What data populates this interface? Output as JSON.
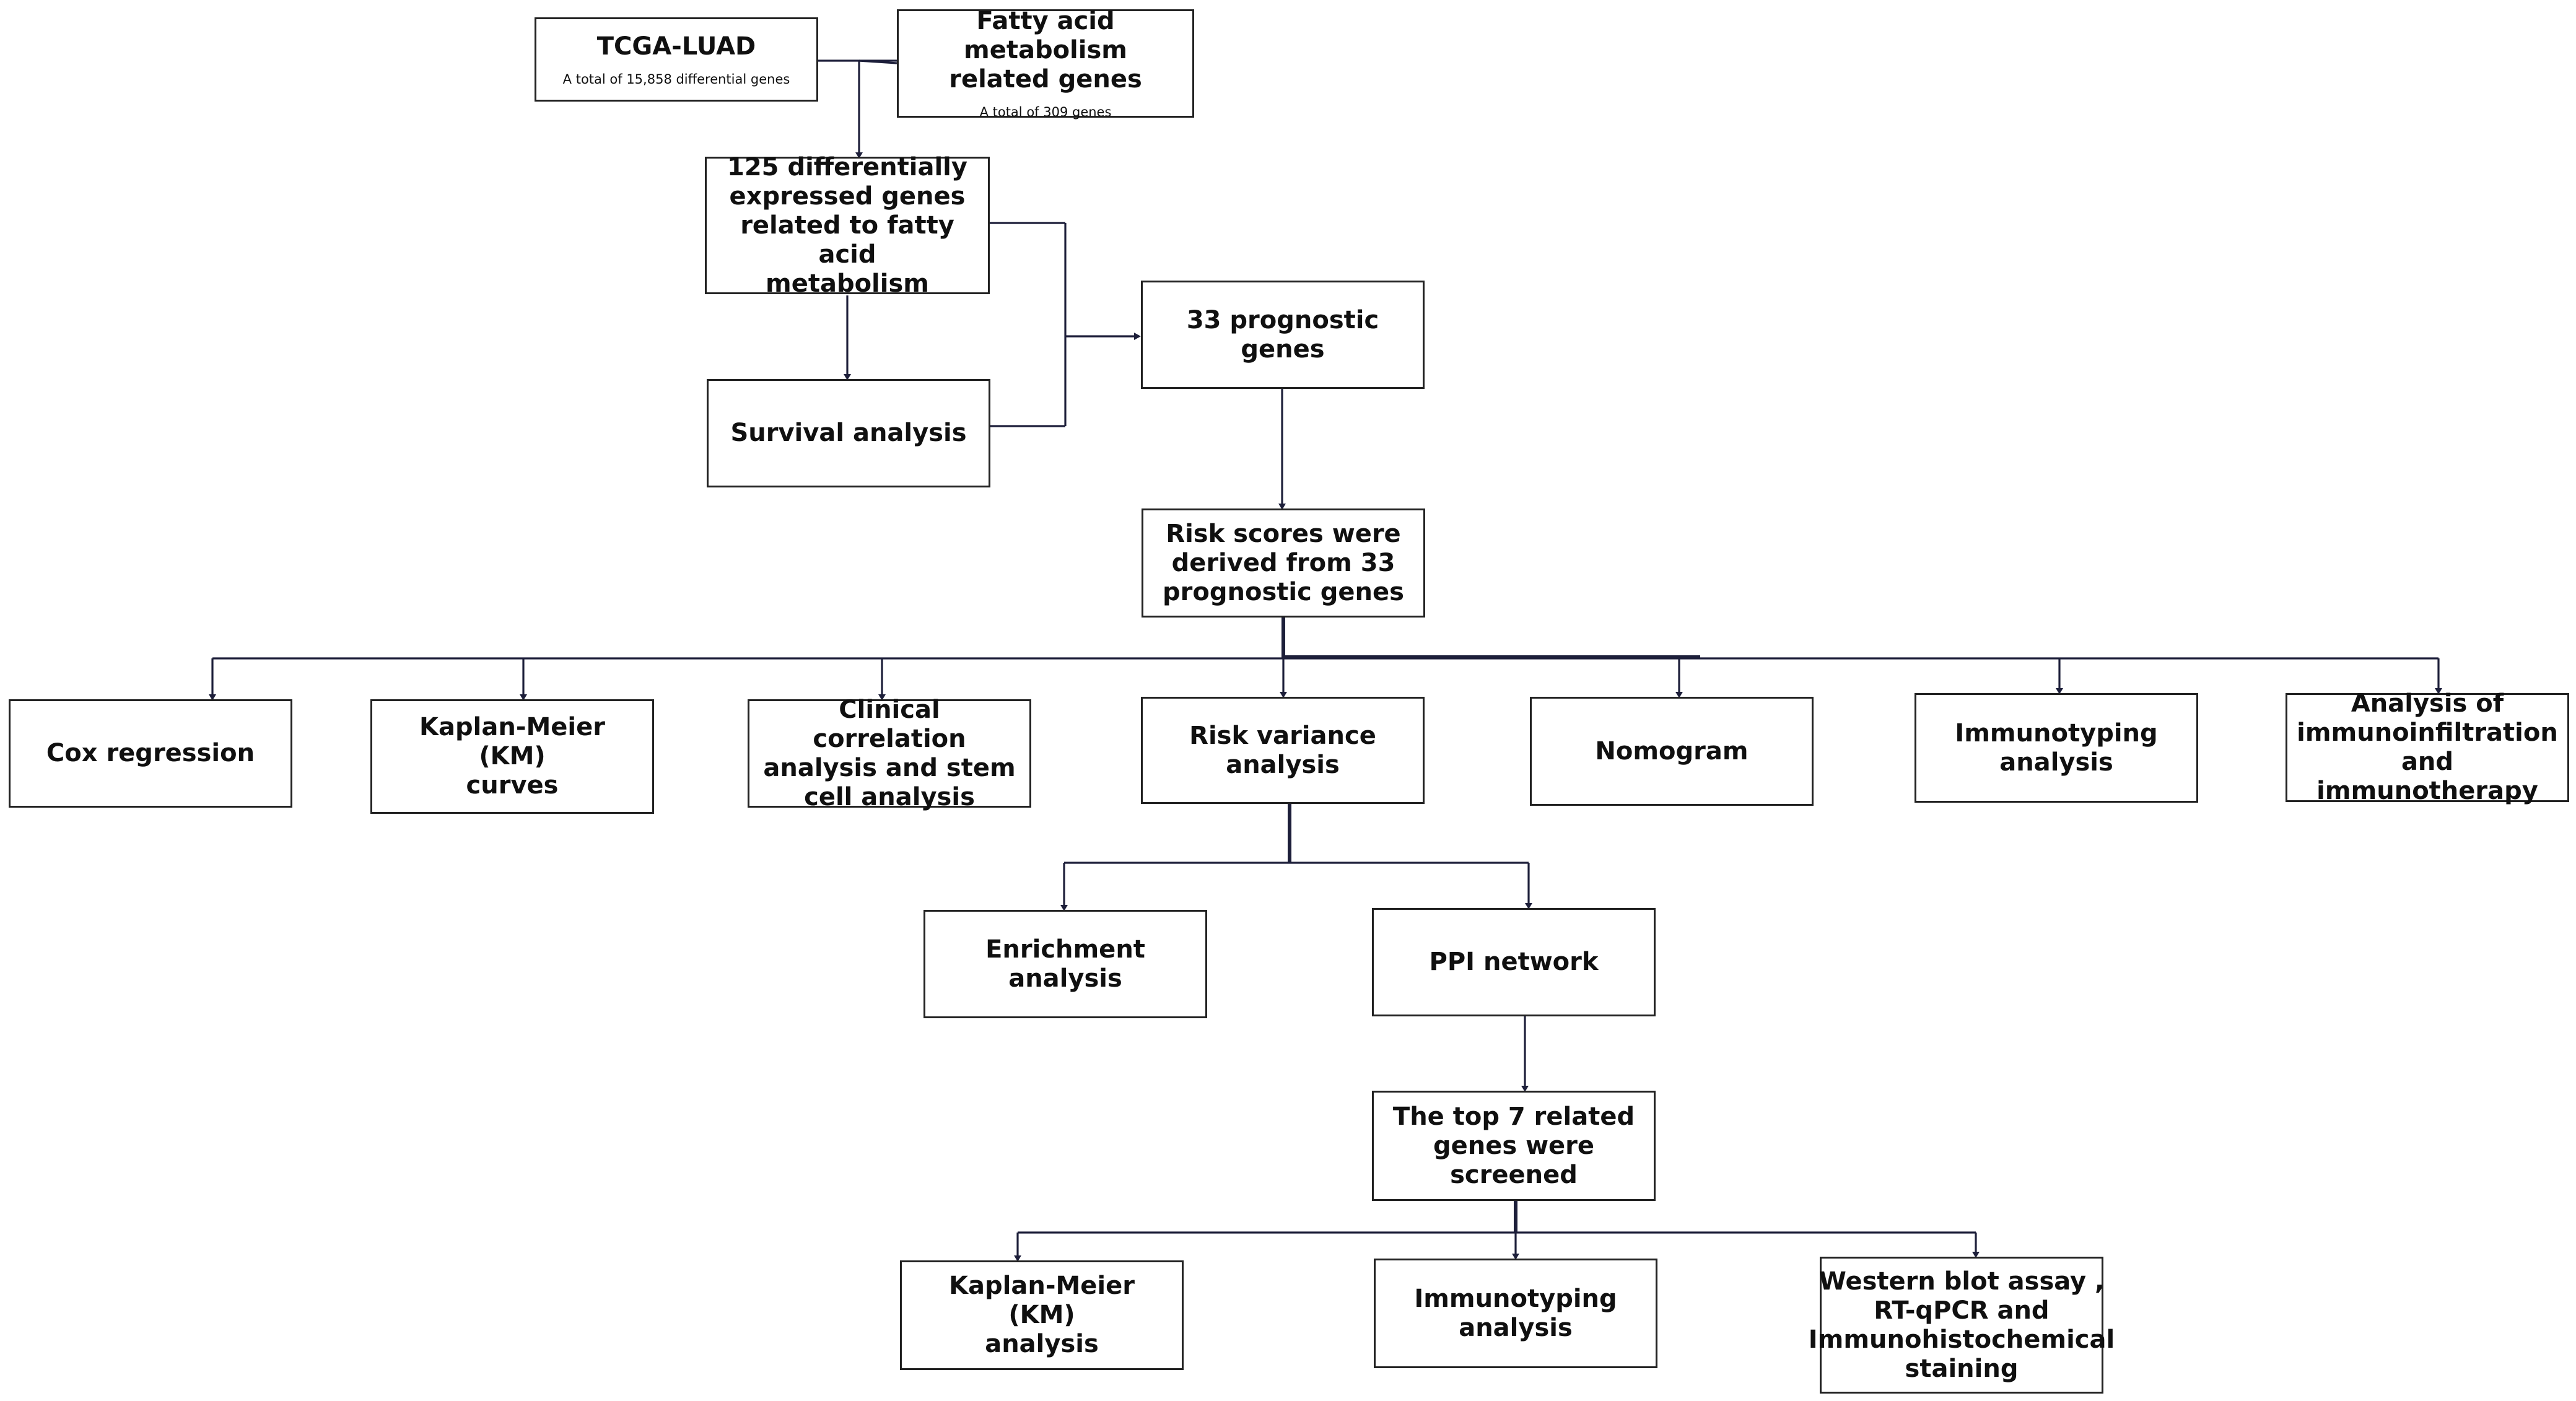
{
  "nodes": {
    "tcga": {
      "title": "TCGA-LUAD",
      "sub": "A total of 15,858 differential genes"
    },
    "fatty": {
      "title": "Fatty acid metabolism\nrelated genes",
      "sub": "A total of 309 genes"
    },
    "deg125": {
      "title": "125 differentially\nexpressed genes\nrelated to fatty acid\nmetabolism"
    },
    "survival": {
      "title": "Survival analysis"
    },
    "prognostic33": {
      "title": "33 prognostic genes"
    },
    "riskscores": {
      "title": "Risk scores were\nderived from 33\nprognostic genes"
    },
    "cox": {
      "title": "Cox regression"
    },
    "km_curves": {
      "title": "Kaplan-Meier   (KM)\ncurves"
    },
    "clinical": {
      "title": "Clinical correlation\nanalysis and stem\ncell analysis"
    },
    "riskvar": {
      "title": "Risk variance analysis"
    },
    "nomogram": {
      "title": "Nomogram"
    },
    "immunotyping1": {
      "title": "Immunotyping\nanalysis"
    },
    "immunoinfiltration": {
      "title": "Analysis of\nimmunoinfiltration\nand immunotherapy"
    },
    "enrichment": {
      "title": "Enrichment analysis"
    },
    "ppi": {
      "title": "PPI network"
    },
    "top7": {
      "title": "The top 7 related\ngenes were screened"
    },
    "km_analysis": {
      "title": "Kaplan-Meier (KM)\nanalysis"
    },
    "immunotyping2": {
      "title": "Immunotyping\nanalysis"
    },
    "western": {
      "title": "Western blot assay ,\nRT-qPCR and\nImmunohistochemical\nstaining"
    }
  }
}
